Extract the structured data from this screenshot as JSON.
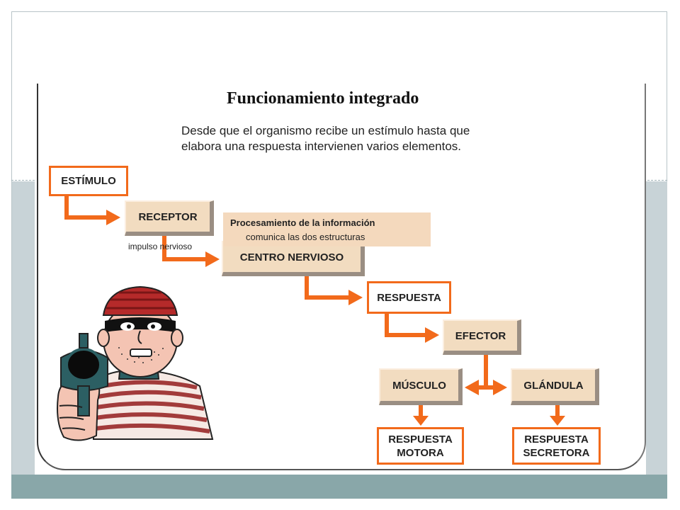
{
  "diagram": {
    "title": "Funcionamiento integrado",
    "intro_line1": "Desde que el organismo recibe un estímulo hasta que",
    "intro_line2": "elabora una respuesta intervienen varios elementos.",
    "nodes": {
      "estimulo": "ESTÍMULO",
      "receptor": "RECEPTOR",
      "centro": "CENTRO NERVIOSO",
      "respuesta": "RESPUESTA",
      "efector": "EFECTOR",
      "musculo": "MÚSCULO",
      "glandula": "GLÁNDULA",
      "motora_1": "RESPUESTA",
      "motora_2": "MOTORA",
      "secretora_1": "RESPUESTA",
      "secretora_2": "SECRETORA"
    },
    "impulse_label": "impulso nervioso",
    "note": {
      "line1": "Procesamiento de la información",
      "line2": "comunica las dos estructuras"
    },
    "colors": {
      "arrow": "#f26a1b",
      "box_fill": "#f2dcc0",
      "box_shadow": "#9a8e83"
    },
    "illustration": "masked-robber-with-gun"
  }
}
